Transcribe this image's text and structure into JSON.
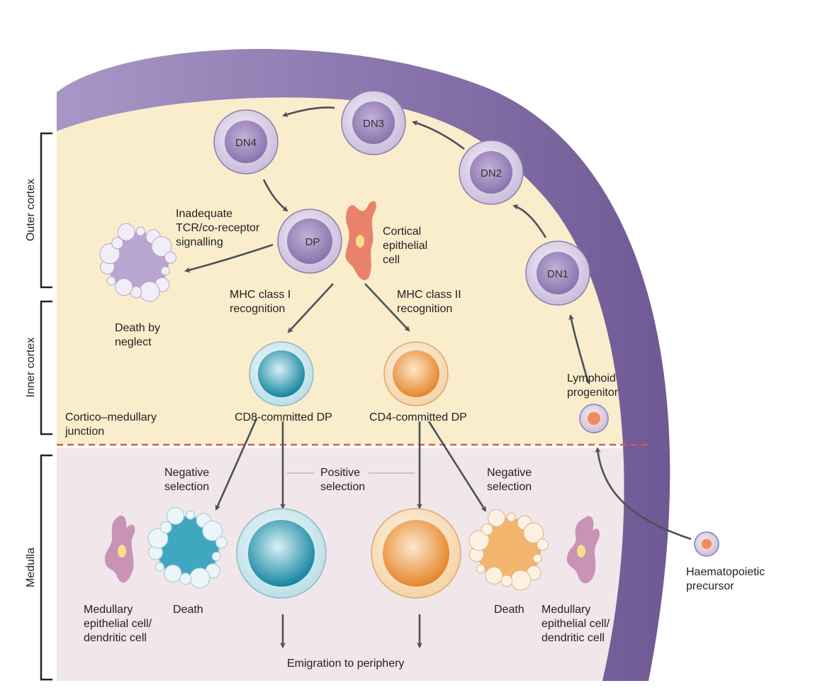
{
  "regions": {
    "outer_cortex": "Outer cortex",
    "inner_cortex": "Inner cortex",
    "medulla": "Medulla"
  },
  "cells": {
    "dn1": "DN1",
    "dn2": "DN2",
    "dn3": "DN3",
    "dn4": "DN4",
    "dp": "DP"
  },
  "labels": {
    "inadequate": [
      "Inadequate",
      "TCR/co-receptor",
      "signalling"
    ],
    "cortical": [
      "Cortical",
      "epithelial",
      "cell"
    ],
    "death_neglect": [
      "Death by",
      "neglect"
    ],
    "mhc1": [
      "MHC class I",
      "recognition"
    ],
    "mhc2": [
      "MHC class II",
      "recognition"
    ],
    "cortico": [
      "Cortico–medullary",
      "junction"
    ],
    "cd8": "CD8-committed DP",
    "cd4": "CD4-committed DP",
    "lymphoid": [
      "Lymphoid",
      "progenitor"
    ],
    "neg_left": [
      "Negative",
      "selection"
    ],
    "positive": [
      "Positive",
      "selection"
    ],
    "neg_right": [
      "Negative",
      "selection"
    ],
    "haemato": [
      "Haematopoietic",
      "precursor"
    ],
    "medullary_left": [
      "Medullary",
      "epithelial cell/",
      "dendritic cell"
    ],
    "death_left": "Death",
    "death_right": "Death",
    "medullary_right": [
      "Medullary",
      "epithelial cell/",
      "dendritic cell"
    ],
    "emigration": "Emigration to periphery"
  },
  "colors": {
    "capsule": "#8e78ad",
    "cortex": "#faedcc",
    "medulla": "#f1e6ea",
    "junction": "#e0584a",
    "dn_cell": "#9a85b8",
    "cd8": "#1c97b0",
    "cd4": "#ee9a3e",
    "epithelial_cortical": "#e8826a",
    "epithelial_medullary": "#c893b4"
  }
}
